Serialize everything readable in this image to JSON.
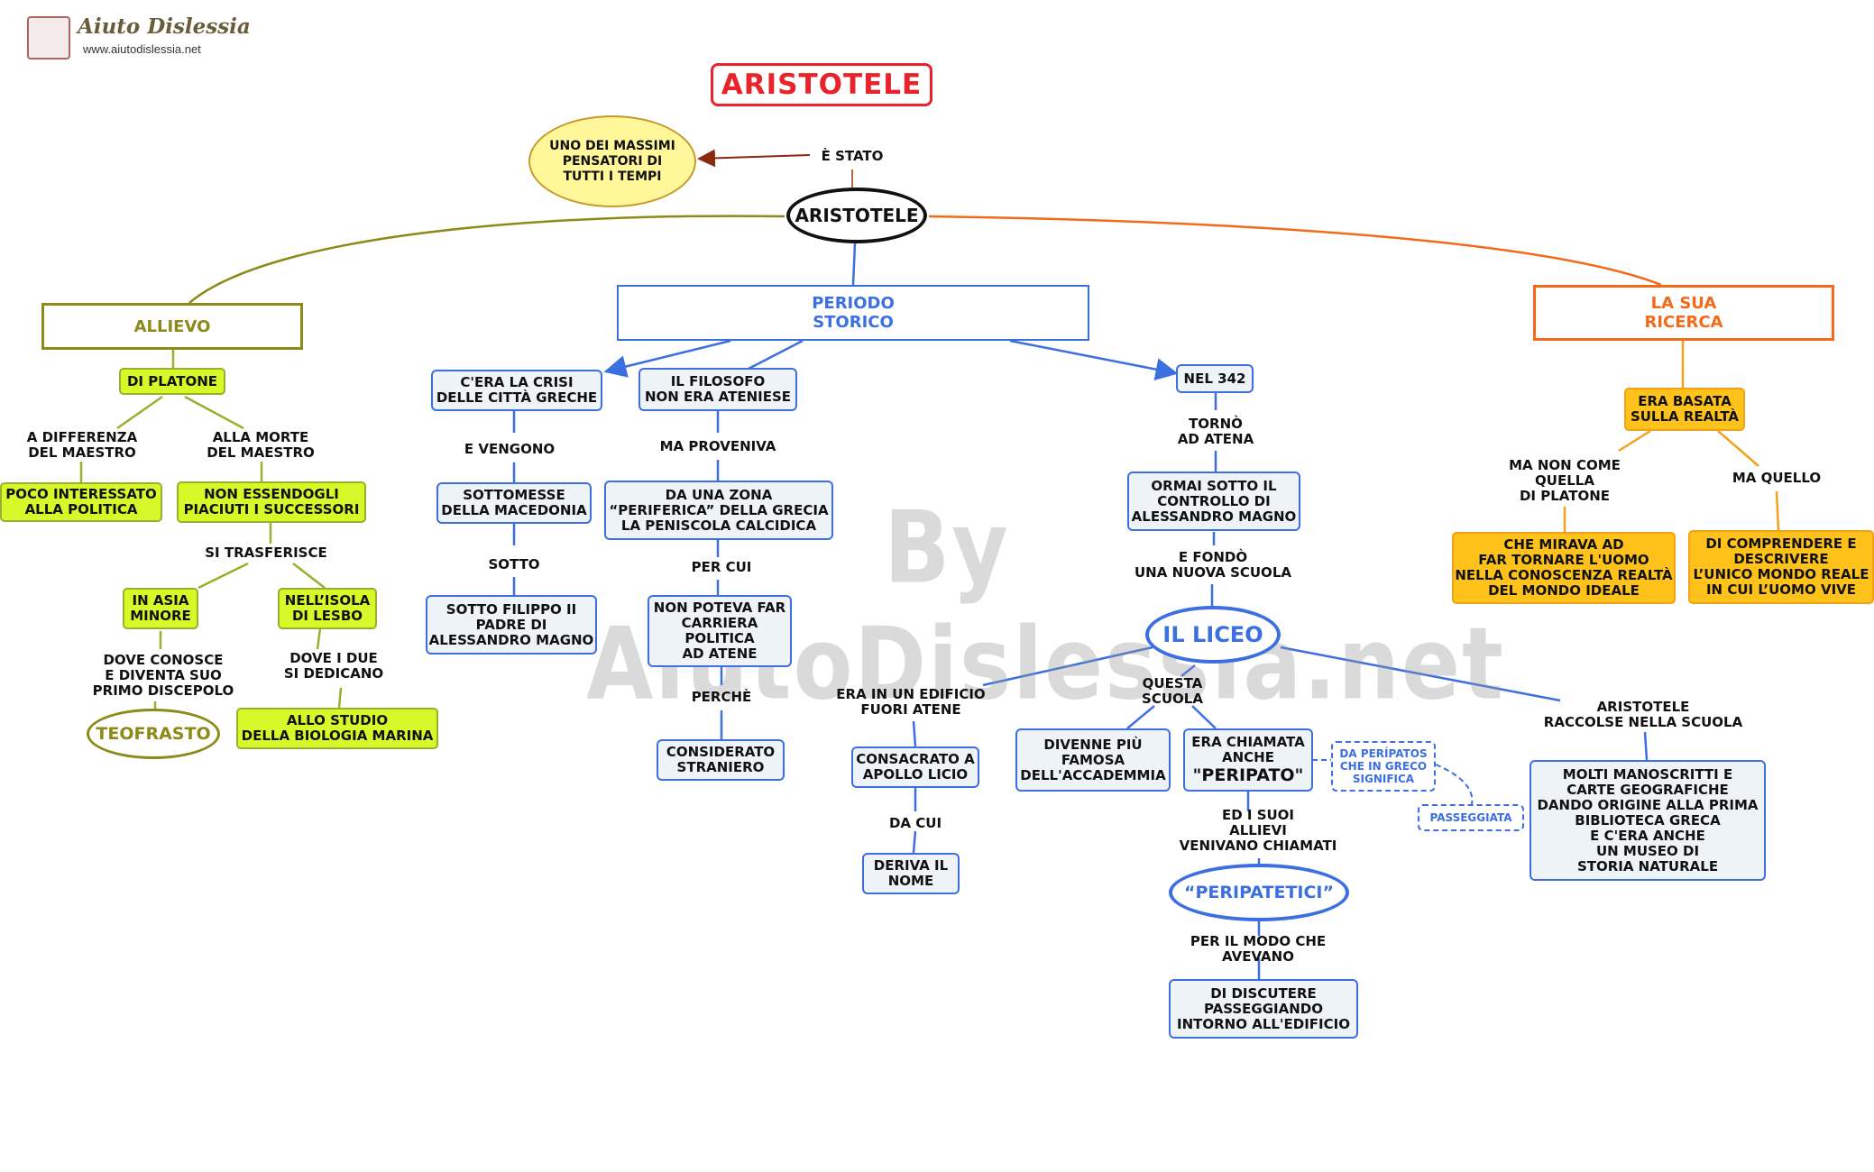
{
  "header": {
    "logo_title": "Aiuto Dislessia",
    "logo_url": "www.aiutodislessia.net",
    "watermark": "By AiutoDislessia.net",
    "page_title": "ARISTOTELE"
  },
  "colors": {
    "blue": "#3c6fe0",
    "olive": "#8c8a18",
    "orange": "#f26a1b",
    "red": "#e8232b",
    "green_fill": "#d7f92a",
    "orange_fill": "#ffc21a",
    "yellow_fill": "#fff79a"
  },
  "nodes": {
    "top_oval": "UNO DEI MASSIMI\nPENSATORI DI\nTUTTI I TEMPI",
    "e_stato": "È STATO",
    "center": "ARISTOTELE",
    "allievo": "ALLIEVO",
    "di_platone": "DI PLATONE",
    "a_differenza": "A DIFFERENZA\nDEL MAESTRO",
    "alla_morte": "ALLA MORTE\nDEL MAESTRO",
    "poco_interessato": "POCO INTERESSATO\nALLA POLITICA",
    "non_essendogli": "NON ESSENDOGLI\nPIACIUTI I SUCCESSORI",
    "si_trasferisce": "SI TRASFERISCE",
    "in_asia": "IN ASIA\nMINORE",
    "nell_isola": "NELL’ISOLA\nDI LESBO",
    "dove_conosce": "DOVE CONOSCE\nE DIVENTA SUO\nPRIMO DISCEPOLO",
    "dove_i_due": "DOVE I DUE\nSI DEDICANO",
    "teofrasto": "TEOFRASTO",
    "allo_studio": "ALLO STUDIO\nDELLA BIOLOGIA MARINA",
    "periodo": "PERIODO\nSTORICO",
    "crisi": "C'ERA LA CRISI\nDELLE CITTÀ GRECHE",
    "e_vengono": "E VENGONO",
    "sottomesse": "SOTTOMESSE\nDELLA MACEDONIA",
    "sotto": "SOTTO",
    "filippo": "SOTTO FILIPPO II\nPADRE DI\nALESSANDRO MAGNO",
    "filosofo": "IL FILOSOFO\nNON ERA ATENIESE",
    "ma_proveniva": "MA PROVENIVA",
    "zona": "DA UNA ZONA\n“PERIFERICA” DELLA GRECIA\nLA PENISCOLA CALCIDICA",
    "per_cui": "PER CUI",
    "carriera": "NON POTEVA FAR\nCARRIERA\nPOLITICA\nAD ATENE",
    "perche": "PERCHÈ",
    "straniero": "CONSIDERATO\nSTRANIERO",
    "nel342": "NEL 342",
    "torno": "TORNÒ\nAD ATENA",
    "ormai": "ORMAI SOTTO IL\nCONTROLLO DI\nALESSANDRO MAGNO",
    "e_fondo": "E FONDÒ\nUNA NUOVA SCUOLA",
    "liceo": "IL LICEO",
    "era_edificio": "ERA IN UN EDIFICIO\nFUORI ATENE",
    "consacrato": "CONSACRATO A\nAPOLLO LICIO",
    "da_cui": "DA CUI",
    "deriva": "DERIVA IL\nNOME",
    "questa_scuola": "QUESTA\nSCUOLA",
    "divenne": "DIVENNE PIÙ\nFAMOSA\nDELL'ACCADEMMIA",
    "chiamata": "ERA CHIAMATA\nANCHE",
    "peripato": "\"PERIPATO\"",
    "da_peripatos": "DA PERÍPATOS\nCHE IN GRECO\nSIGNIFICA",
    "passeggiata": "PASSEGGIATA",
    "ed_i_suoi": "ED I SUOI\nALLIEVI\nVENIVANO CHIAMATI",
    "peripatetici": "“PERIPATETICI”",
    "per_il_modo": "PER IL MODO CHE\nAVEVANO",
    "discutere": "DI DISCUTERE\nPASSEGGIANDO\nINTORNO ALL'EDIFICIO",
    "raccolse": "ARISTOTELE\nRACCOLSE NELLA SCUOLA",
    "manoscritti": "MOLTI MANOSCRITTI E\nCARTE GEOGRAFICHE\nDANDO ORIGINE ALLA PRIMA\nBIBLIOTECA GRECA\nE C'ERA ANCHE\nUN MUSEO DI\nSTORIA NATURALE",
    "ricerca": "LA SUA\nRICERCA",
    "basata": "ERA BASATA\nSULLA REALTÀ",
    "ma_non_come": "MA NON COME\nQUELLA\nDI PLATONE",
    "ma_quello": "MA QUELLO",
    "mirava": "CHE MIRAVA AD\nFAR TORNARE L'UOMO\nNELLA CONOSCENZA REALTÀ\nDEL MONDO IDEALE",
    "comprendere": "DI COMPRENDERE E\nDESCRIVERE\nL’UNICO MONDO REALE\nIN CUI L’UOMO VIVE"
  }
}
